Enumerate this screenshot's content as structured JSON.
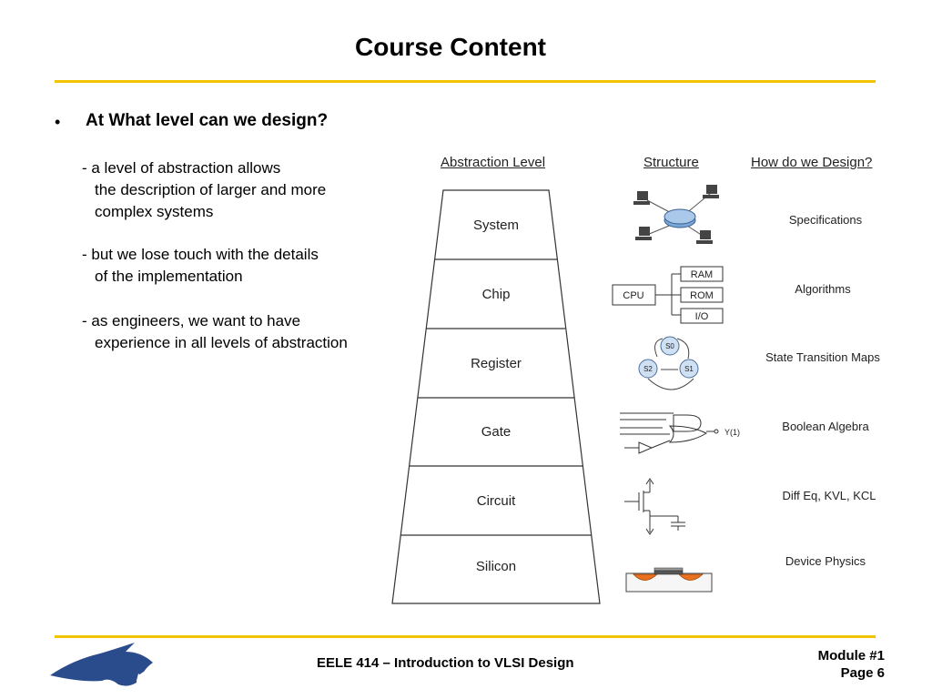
{
  "title": "Course Content",
  "bullet": {
    "marker": "•",
    "heading": "At What level can we design?",
    "points": [
      {
        "first": "- a level of abstraction allows",
        "rest": [
          "the description of larger and more",
          "complex systems"
        ]
      },
      {
        "first": "- but we lose touch with the details",
        "rest": [
          "of the implementation"
        ]
      },
      {
        "first": "- as engineers, we want to have",
        "rest": [
          "experience in all levels of abstraction"
        ]
      }
    ]
  },
  "table": {
    "headers": {
      "level": "Abstraction Level",
      "structure": "Structure",
      "design": "How do we Design?"
    },
    "levels": [
      "System",
      "Chip",
      "Register",
      "Gate",
      "Circuit",
      "Silicon"
    ],
    "design": [
      "Specifications",
      "Algorithms",
      "State Transition Maps",
      "Boolean Algebra",
      "Diff Eq, KVL, KCL",
      "Device Physics"
    ]
  },
  "structure_labels": {
    "cpu": "CPU",
    "ram": "RAM",
    "rom": "ROM",
    "io": "I/O",
    "s0": "S0",
    "s1": "S1",
    "s2": "S2",
    "gate_out": "Y(1)"
  },
  "footer": {
    "course": "EELE 414 – Introduction to VLSI Design",
    "module": "Module #1",
    "page": "Page 6"
  },
  "colors": {
    "accent_rule": "#f2c400",
    "logo_blue": "#2b4c8c",
    "silicon_orange": "#e8701e"
  }
}
